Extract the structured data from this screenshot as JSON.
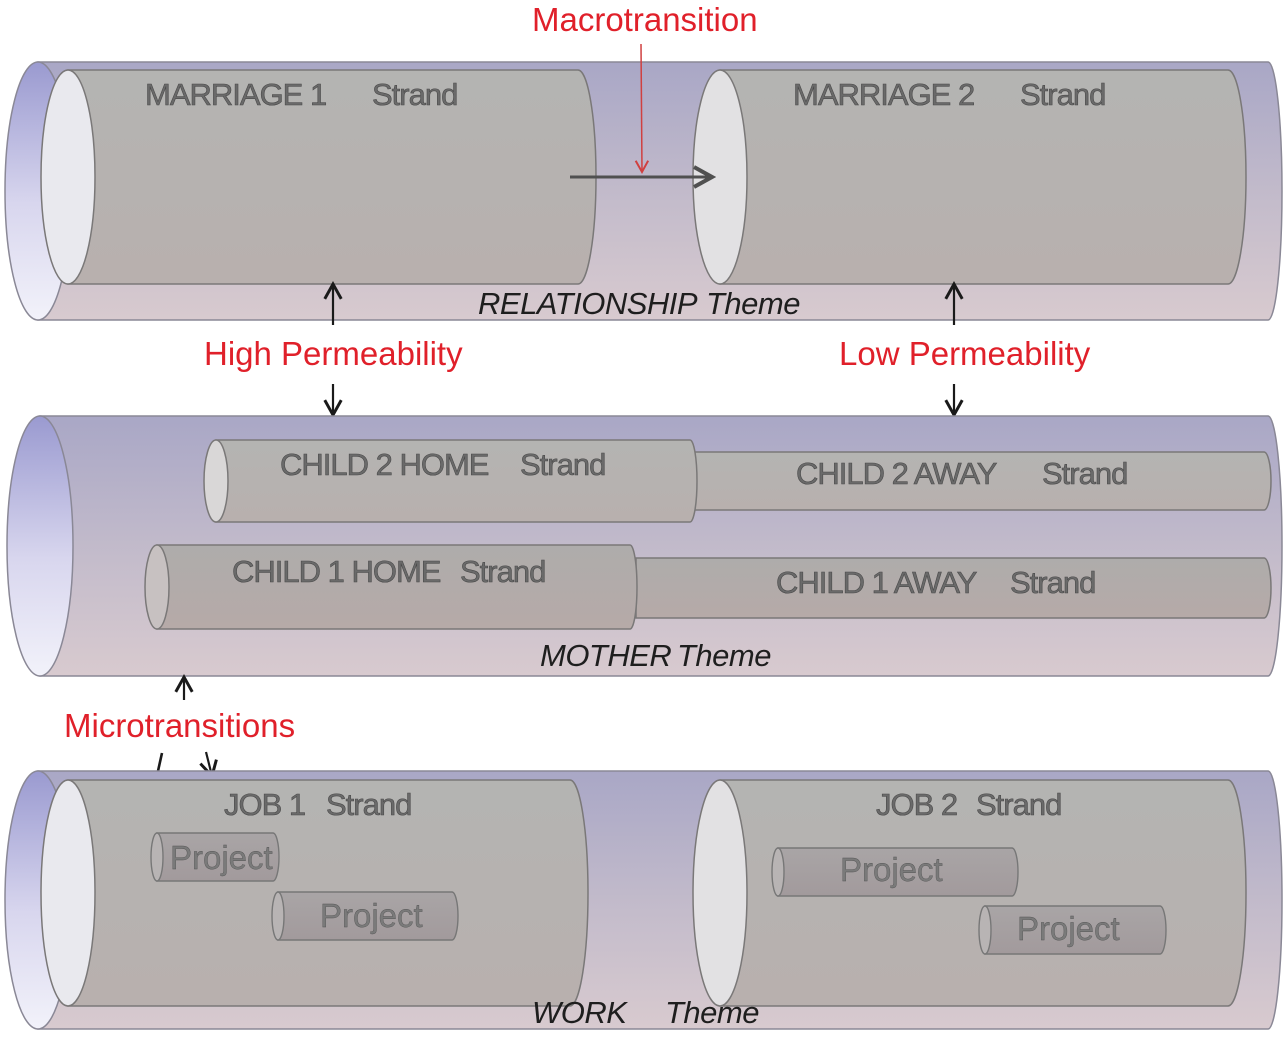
{
  "themes": {
    "relationship": {
      "name": "RELATIONSHIP",
      "word": "Theme"
    },
    "mother": {
      "name": "MOTHER",
      "word": "Theme"
    },
    "work": {
      "name": "WORK",
      "word": "Theme"
    }
  },
  "strands": {
    "marriage1": {
      "name": "MARRIAGE 1",
      "word": "Strand"
    },
    "marriage2": {
      "name": "MARRIAGE 2",
      "word": "Strand"
    },
    "child2home": {
      "name": "CHILD 2 HOME",
      "word": "Strand"
    },
    "child2away": {
      "name": "CHILD 2 AWAY",
      "word": "Strand"
    },
    "child1home": {
      "name": "CHILD 1 HOME",
      "word": "Strand"
    },
    "child1away": {
      "name": "CHILD 1 AWAY",
      "word": "Strand"
    },
    "job1": {
      "name": "JOB 1",
      "word": "Strand"
    },
    "job2": {
      "name": "JOB 2",
      "word": "Strand"
    }
  },
  "projects": {
    "p1": "Project",
    "p2": "Project",
    "p3": "Project",
    "p4": "Project"
  },
  "annotations": {
    "macrotransition": "Macrotransition",
    "high_permeability": "High Permeability",
    "low_permeability": "Low Permeability",
    "microtransitions": "Microtransitions"
  },
  "colors": {
    "annotation_red": "#e0202a",
    "theme_tube_top": "#a8a6c8",
    "theme_tube_bottom": "#d6c8ce",
    "strand_gray": "#b2b0ae"
  }
}
